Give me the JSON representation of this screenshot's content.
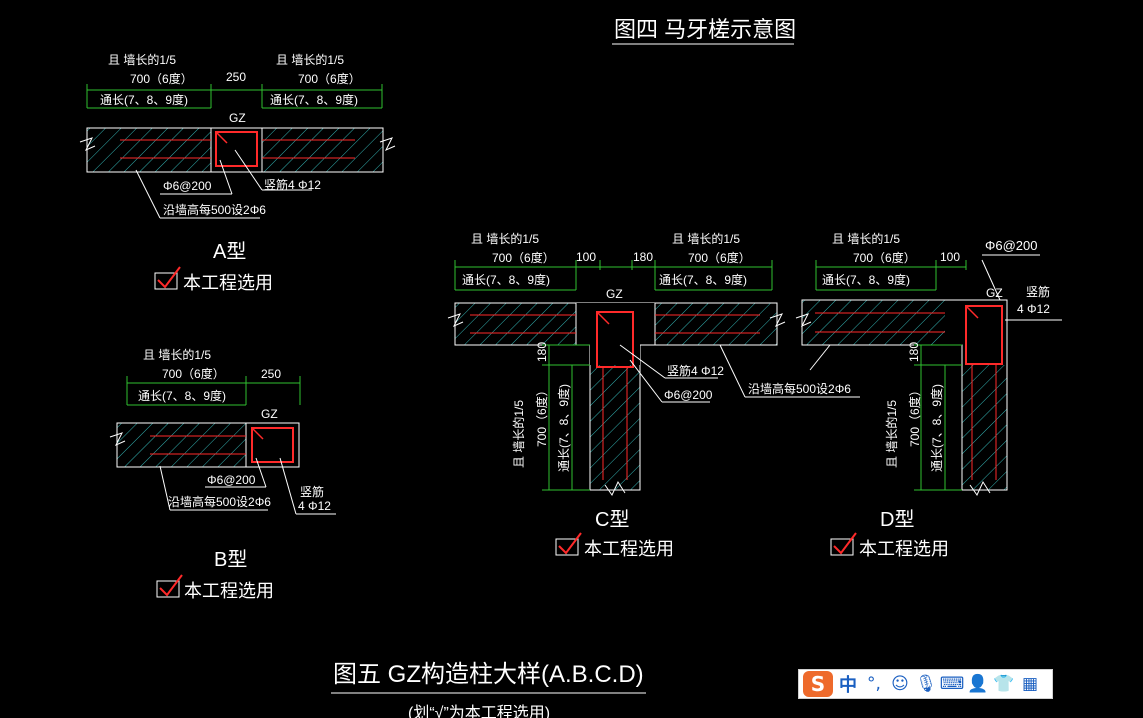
{
  "fig4_title": "图四 马牙槎示意图",
  "fig5_title": "图五 GZ构造柱大样(A.B.C.D)",
  "fig5_note": "(划“√”为本工程选用)",
  "common": {
    "wall_fifth": "且 墙长的1/5",
    "len_700": "700（6度）",
    "full_len": "通长(7、8、9度)",
    "gz": "GZ",
    "stirrup": "Φ6@200",
    "vert_bar": "竖筋4 Φ12",
    "vert_bar_line1": "竖筋",
    "vert_bar_line2": "4 Φ12",
    "tie": "沿墙高每500设2Φ6",
    "selected": "本工程选用",
    "w250": "250",
    "w100": "100",
    "w180": "180"
  },
  "types": {
    "a": "A型",
    "b": "B型",
    "c": "C型",
    "d": "D型"
  },
  "ime": {
    "logo": "S",
    "mode": "中",
    "punct": "°,",
    "icons": [
      "smile-icon",
      "mic-icon",
      "keyboard-icon",
      "user-icon",
      "shirt-icon",
      "grid-icon"
    ]
  },
  "colors": {
    "wall_outline": "#ffffff",
    "hatch": "#33b3b3",
    "rebar": "#ff2a2a",
    "dim": "#30c030",
    "text": "#ffffff"
  }
}
